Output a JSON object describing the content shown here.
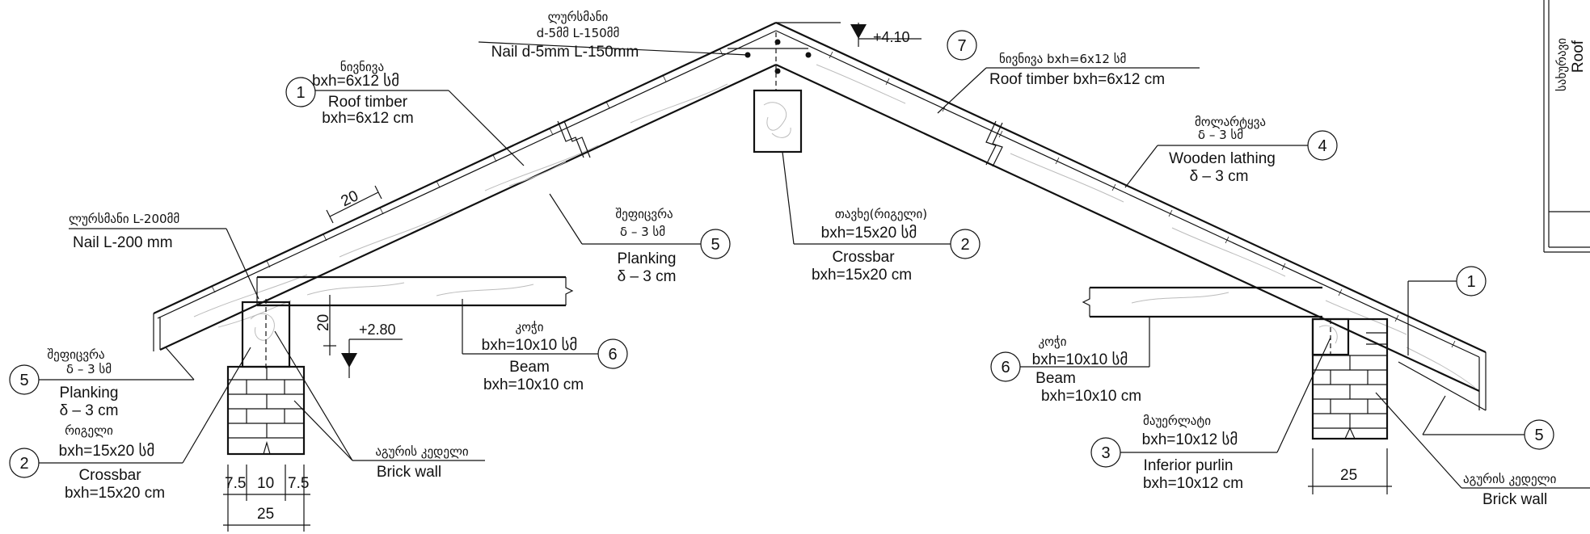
{
  "nail_top": {
    "ge": "ლურსმანი",
    "ge_size": "d-5მმ  L-150მმ",
    "en": "Nail d-5mm  L-150mm"
  },
  "level_top": "+4.10",
  "level_mid": "+2.80",
  "callout_1_left": {
    "num": "1",
    "ge": "ნივნივა",
    "ge_size": "bxh=6x12  სმ",
    "en": "Roof timber",
    "en_size": "bxh=6x12 cm"
  },
  "callout_7": {
    "num": "7",
    "ge": "ნივნივა  bxh=6x12  სმ",
    "en": "Roof timber  bxh=6x12 cm"
  },
  "callout_4": {
    "num": "4",
    "ge": "მოლარტყვა",
    "ge_size": "δ –  3  სმ",
    "en": "Wooden lathing",
    "en_size": "δ –   3 cm"
  },
  "callout_5_mid": {
    "num": "5",
    "ge": "შეფიცვრა",
    "ge_size": "δ –  3  სმ",
    "en": "Planking",
    "en_size": "δ – 3 cm"
  },
  "callout_2_mid": {
    "num": "2",
    "ge": "თავხე(რიგელი)",
    "ge_size": "bxh=15x20  სმ",
    "en": "Crossbar",
    "en_size": "bxh=15x20  cm"
  },
  "nail_left": {
    "ge": "ლურსმანი L-200მმ",
    "en": "Nail L-200 mm"
  },
  "dim_20_slope": "20",
  "dim_20_vert": "20",
  "callout_5_left": {
    "num": "5",
    "ge": "შეფიცვრა",
    "ge_size": "δ – 3  სმ",
    "en": "Planking",
    "en_size": "δ – 3 cm"
  },
  "callout_6_left": {
    "num": "6",
    "ge": "კოჭი",
    "ge_size": "bxh=10x10  სმ",
    "en": "Beam",
    "en_size": "bxh=10x10  cm"
  },
  "callout_2_left": {
    "num": "2",
    "ge": "რიგელი",
    "ge_size": "bxh=15x20  სმ",
    "en": "Crossbar",
    "en_size": "bxh=15x20  cm"
  },
  "brick_wall_left": {
    "ge": "აგურის  კედელი",
    "en": "Brick wall"
  },
  "dims_bottom_left": [
    "7.5",
    "10",
    "7.5",
    "25"
  ],
  "callout_6_right": {
    "num": "6",
    "ge": "კოჭი",
    "ge_size": "bxh=10x10  სმ",
    "en": "Beam",
    "en_size": "bxh=10x10  cm"
  },
  "callout_3": {
    "num": "3",
    "ge": "მაუერლატი",
    "ge_size": "bxh=10x12  სმ",
    "en": "Inferior purlin",
    "en_size": "bxh=10x12  cm"
  },
  "dim_25_right": "25",
  "callout_1_right": {
    "num": "1"
  },
  "callout_5_right": {
    "num": "5"
  },
  "brick_wall_right": {
    "ge": "აგურის  კედელი",
    "en": "Brick wall"
  },
  "title_block": {
    "ge": "სახურავი",
    "en": "Roof"
  },
  "colors": {
    "line": "#111111",
    "grain": "#bcbcbc",
    "background": "#ffffff"
  }
}
